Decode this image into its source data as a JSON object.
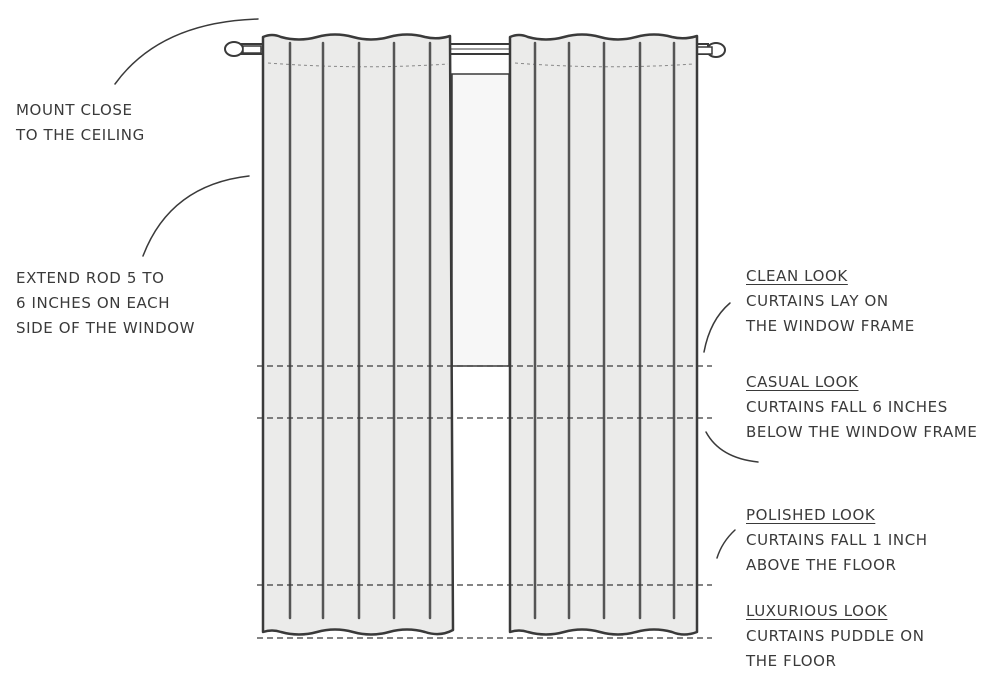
{
  "diagram": {
    "left_notes": [
      {
        "lines": [
          "MOUNT CLOSE",
          "TO THE CEILING"
        ]
      },
      {
        "lines": [
          "EXTEND ROD 5 TO",
          "6 INCHES ON EACH",
          "SIDE OF THE WINDOW"
        ]
      }
    ],
    "length_options": [
      {
        "heading": "CLEAN LOOK",
        "lines": [
          "CURTAINS LAY ON",
          "THE WINDOW FRAME"
        ]
      },
      {
        "heading": "CASUAL LOOK",
        "lines": [
          "CURTAINS FALL 6 INCHES",
          "BELOW THE WINDOW FRAME"
        ]
      },
      {
        "heading": "POLISHED LOOK",
        "lines": [
          "CURTAINS FALL 1 INCH",
          "ABOVE THE FLOOR"
        ]
      },
      {
        "heading": "LUXURIOUS LOOK",
        "lines": [
          "CURTAINS PUDDLE ON",
          "THE FLOOR"
        ]
      }
    ],
    "colors": {
      "ink": "#3a3a3a",
      "curtain_fill": "#ebebea",
      "window_fill": "#f7f7f7",
      "fold_line": "#555555"
    }
  }
}
